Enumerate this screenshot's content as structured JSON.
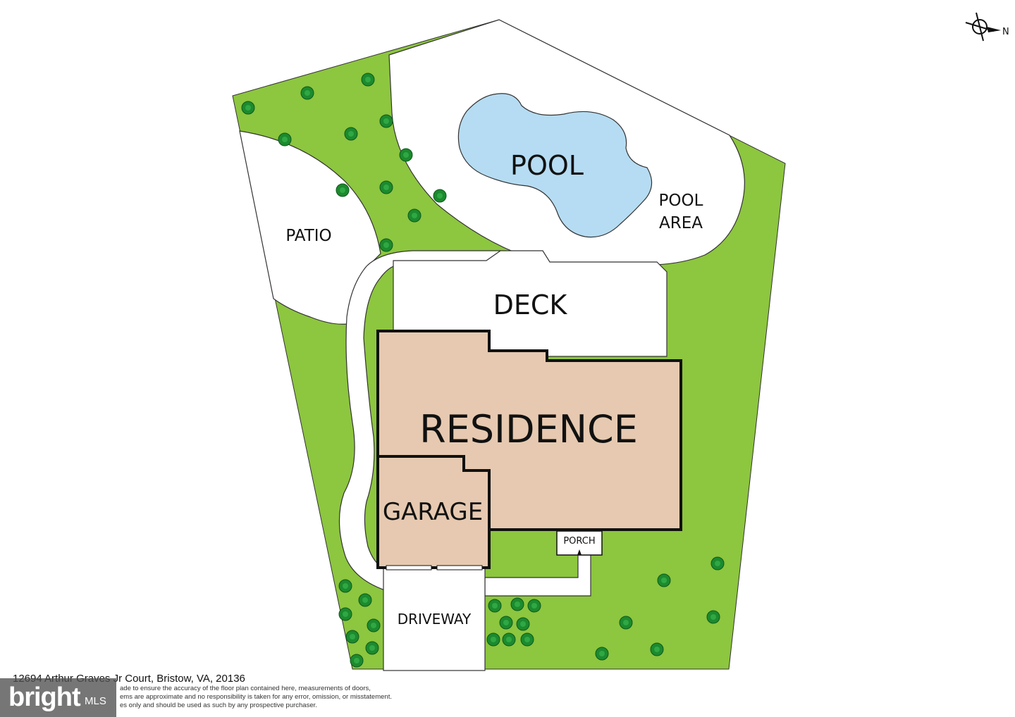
{
  "labels": {
    "pool": "POOL",
    "pool_area_line1": "POOL",
    "pool_area_line2": "AREA",
    "patio": "PATIO",
    "deck": "DECK",
    "residence": "RESIDENCE",
    "garage": "GARAGE",
    "porch": "PORCH",
    "driveway": "DRIVEWAY",
    "compass_north": "N"
  },
  "footer": {
    "address": "12694 Arthur Graves Jr Court, Bristow, VA, 20136",
    "disclaimer_line1": "ade to ensure the accuracy of the floor plan contained here, measurements of doors,",
    "disclaimer_line2": "ems are approximate and no responsibility is taken for any error, omission, or misstatement.",
    "disclaimer_line3": "es only and should be used as such by any prospective purchaser."
  },
  "brand": {
    "logo_text": "bright",
    "logo_suffix": "MLS"
  },
  "colors": {
    "lawn": "#8dc63f",
    "pool_water": "#b5dcf2",
    "building": "#e6c9b0",
    "paved": "#ffffff",
    "tree": "#1c8a2e"
  }
}
